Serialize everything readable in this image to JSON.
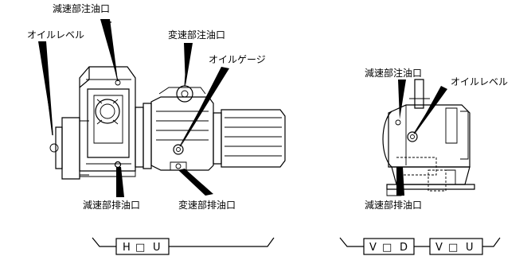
{
  "labels": {
    "reducer_fill_left": "減速部注油口",
    "oil_level_left": "オイルレベル",
    "variator_fill": "変速部注油口",
    "oil_gauge": "オイルゲージ",
    "reducer_drain_left": "減速部排油口",
    "variator_drain": "変速部排油口",
    "reducer_fill_right": "減速部注油口",
    "oil_level_right": "オイルレベル",
    "reducer_drain_right": "減速部排油口"
  },
  "mounting_types": {
    "horizontal": [
      "H",
      "U"
    ],
    "vertical_down": [
      "V",
      "D"
    ],
    "vertical_up": [
      "V",
      "U"
    ]
  },
  "box_symbol": "□"
}
